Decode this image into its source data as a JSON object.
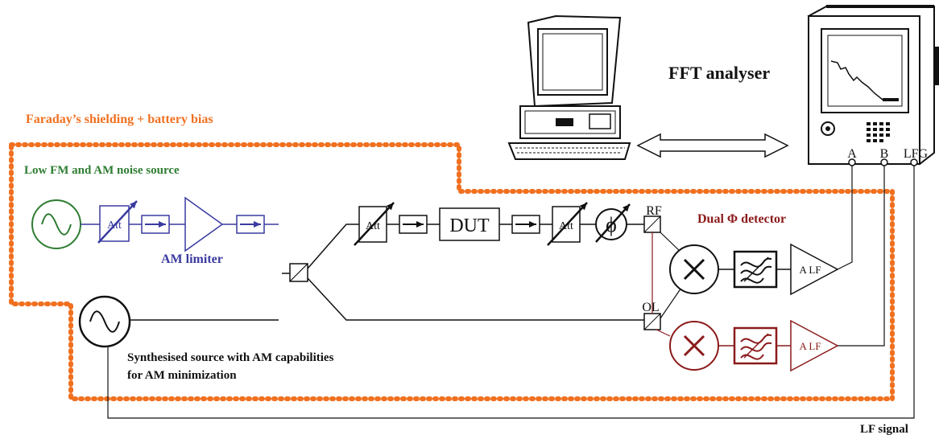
{
  "labels": {
    "fft_analyser": "FFT analyser",
    "shielding": "Faraday’s shielding  +  battery bias",
    "low_noise_source": "Low FM and AM noise source",
    "am_limiter": "AM limiter",
    "synth_line1": "Synthesised source with AM capabilities",
    "synth_line2": "for AM minimization",
    "dual_detector": "Dual Φ detector",
    "lf_signal": "LF signal",
    "dut": "DUT",
    "att": "Att",
    "rf": "RF",
    "ol": "OL",
    "port_a": "A",
    "port_b": "B",
    "port_lfg": "LFG",
    "alf": "A LF",
    "phase_symbol": "ϕ"
  },
  "colors": {
    "shield": "#f07020",
    "green": "#2e7d32",
    "blue": "#3a3aa0",
    "darkred": "#8b1a1a",
    "black": "#111111"
  },
  "icons": [
    "sine-source-icon",
    "attenuator-icon",
    "isolator-icon",
    "amplifier-icon",
    "mixer-icon",
    "filter-icon",
    "phase-shifter-icon",
    "computer-icon",
    "fft-analyser-icon",
    "splitter-icon",
    "coupler-icon"
  ]
}
